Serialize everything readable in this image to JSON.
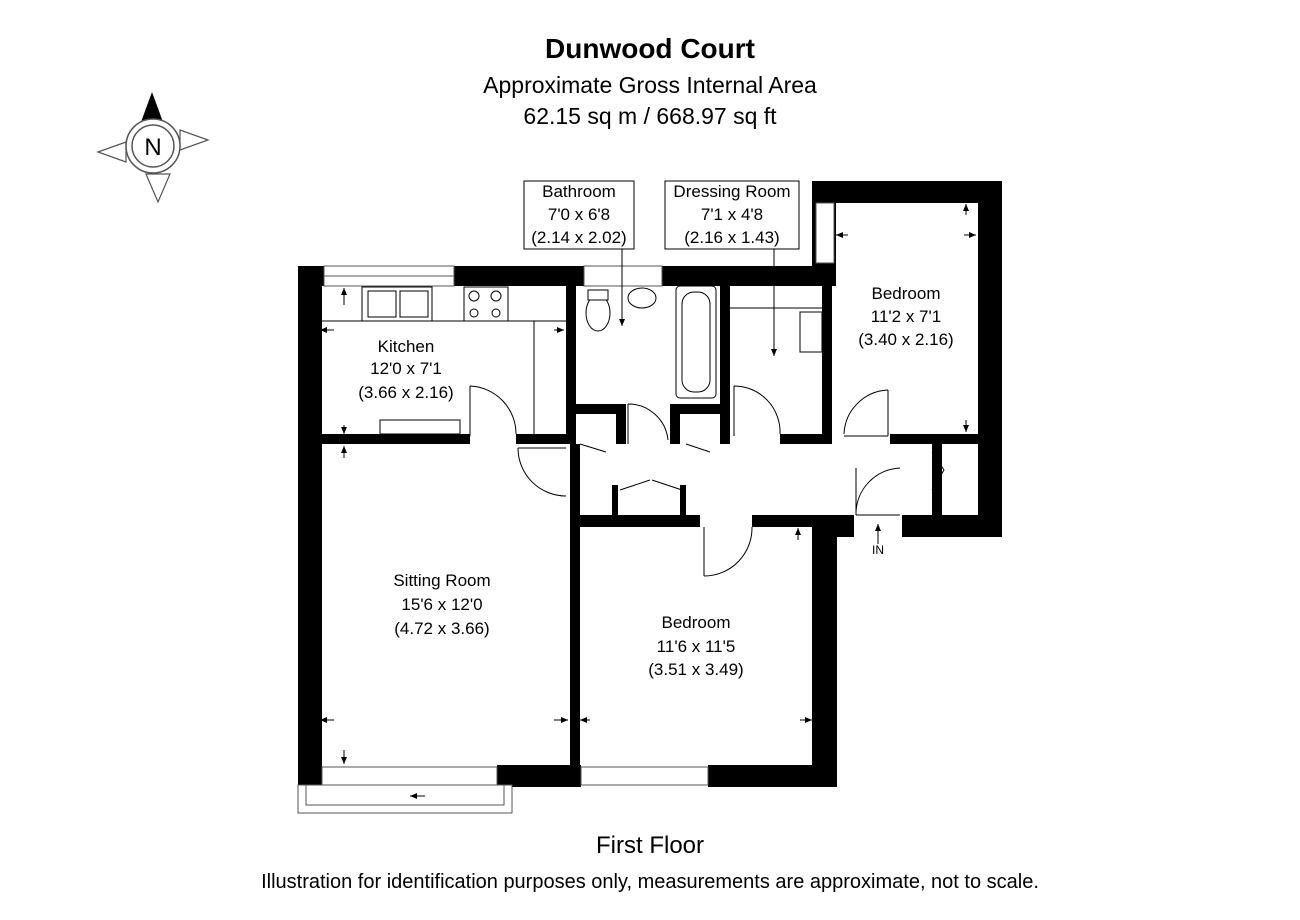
{
  "header": {
    "title": "Dunwood Court",
    "area_label": "Approximate Gross Internal Area",
    "area_value": "62.15 sq m / 668.97 sq ft"
  },
  "compass": {
    "letter": "N",
    "icon": "compass-icon"
  },
  "rooms": {
    "kitchen": {
      "name": "Kitchen",
      "imperial": "12'0 x 7'1",
      "metric": "(3.66 x 2.16)"
    },
    "bathroom": {
      "name": "Bathroom",
      "imperial": "7'0 x 6'8",
      "metric": "(2.14 x 2.02)"
    },
    "dressing_room": {
      "name": "Dressing Room",
      "imperial": "7'1 x 4'8",
      "metric": "(2.16 x 1.43)"
    },
    "bedroom_small": {
      "name": "Bedroom",
      "imperial": "11'2 x 7'1",
      "metric": "(3.40 x 2.16)"
    },
    "sitting_room": {
      "name": "Sitting Room",
      "imperial": "15'6 x 12'0",
      "metric": "(4.72 x 3.66)"
    },
    "bedroom_large": {
      "name": "Bedroom",
      "imperial": "11'6 x 11'5",
      "metric": "(3.51 x 3.49)"
    }
  },
  "entrance_label": "IN",
  "footer": {
    "floor": "First Floor",
    "disclaimer": "Illustration for identification purposes only, measurements are approximate, not to scale."
  }
}
